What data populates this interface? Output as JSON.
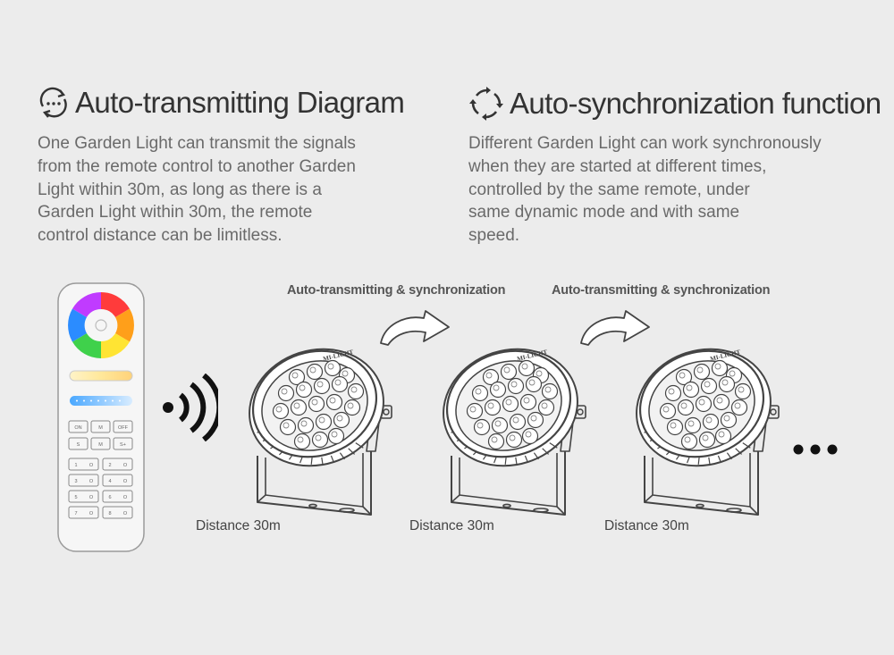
{
  "left_section": {
    "title": "Auto-transmitting Diagram",
    "icon": "chat-bubble-refresh-icon",
    "lines": [
      "One Garden Light can transmit the signals",
      "from the remote control to another Garden",
      "Light within 30m, as long as there is a",
      "Garden Light within 30m, the remote",
      "control distance can be limitless."
    ]
  },
  "right_section": {
    "title": "Auto-synchronization function",
    "icon": "sync-arrows-icon",
    "lines": [
      "Different Garden Light can work synchronously",
      "when they are started at different times,",
      "controlled by the same remote, under",
      "same dynamic mode and with same",
      "speed."
    ]
  },
  "diagram": {
    "arrow_labels": [
      "Auto-transmitting & synchronization",
      "Auto-transmitting & synchronization"
    ],
    "distance_labels": [
      "Distance 30m",
      "Distance 30m",
      "Distance 30m"
    ],
    "lamp_brand": "MI-LIGHT",
    "remote_buttons": {
      "top_row": [
        "ON",
        "M",
        "OFF"
      ],
      "second_row": [
        "S",
        "M",
        "S+"
      ],
      "zone_rows": [
        [
          "1",
          "O",
          "2",
          "O"
        ],
        [
          "3",
          "O",
          "4",
          "O"
        ],
        [
          "5",
          "O",
          "6",
          "O"
        ],
        [
          "7",
          "O",
          "8",
          "O"
        ]
      ]
    },
    "colors": {
      "background": "#ececec",
      "line_art": "#444444",
      "remote_body": "#f4f4f4"
    }
  }
}
